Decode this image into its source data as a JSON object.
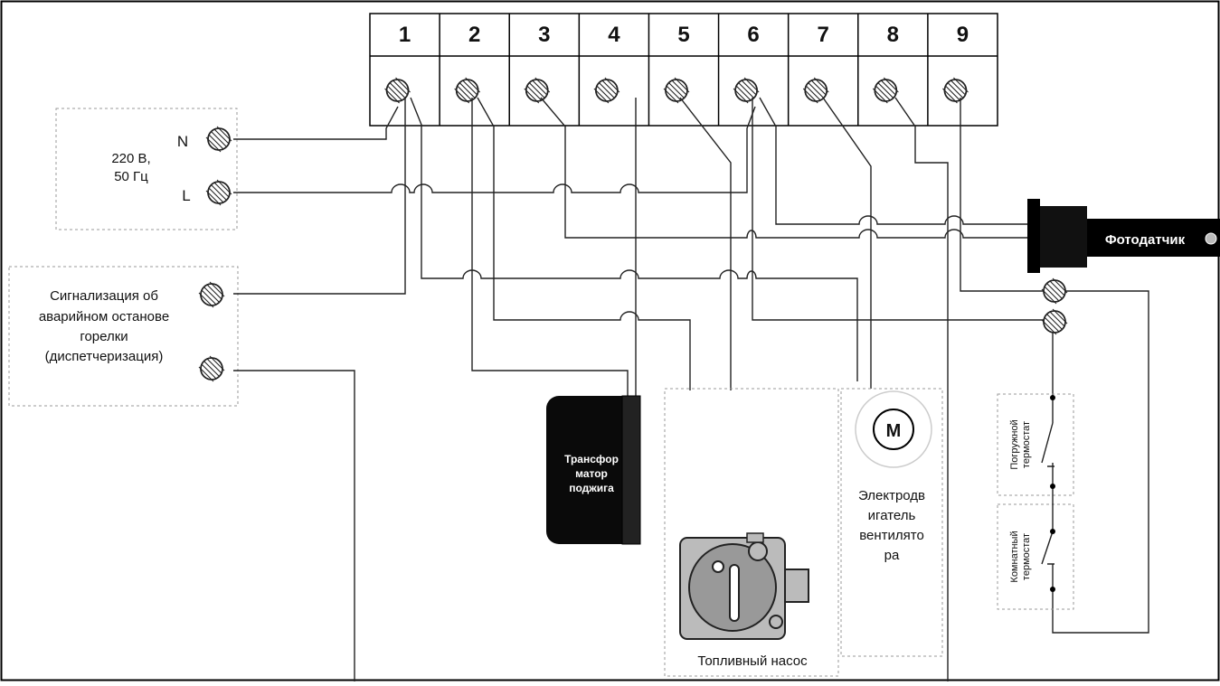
{
  "terminal_block": {
    "numbers": [
      "1",
      "2",
      "3",
      "4",
      "5",
      "6",
      "7",
      "8",
      "9"
    ]
  },
  "power_supply": {
    "voltage_line1": "220 В,",
    "voltage_line2": "50 Гц",
    "neutral_label": "N",
    "line_label": "L"
  },
  "alarm_box": {
    "lines": [
      "Сигнализация об",
      "аварийном останове",
      "горелки",
      "(диспетчеризация)"
    ]
  },
  "photo_sensor": {
    "label": "Фотодатчик"
  },
  "ignition_transformer": {
    "lines": [
      "Трансфор",
      "матор",
      "поджига"
    ]
  },
  "fuel_pump": {
    "label": "Топливный насос"
  },
  "fan_motor": {
    "symbol": "M",
    "lines": [
      "Электродв",
      "игатель",
      "вентилято",
      "ра"
    ]
  },
  "immersion_thermostat": {
    "lines": [
      "Погружной",
      "термостат"
    ]
  },
  "room_thermostat": {
    "lines": [
      "Комнатный",
      "термостат"
    ]
  },
  "colors": {
    "wire": "#222222",
    "frame": "#000000",
    "dash": "#999999",
    "device_fill": "#0a0a0a"
  },
  "icons": {
    "terminal": "screw-terminal-icon",
    "motor": "motor-icon",
    "pump": "fuel-pump-icon",
    "switch": "switch-contact-icon"
  }
}
